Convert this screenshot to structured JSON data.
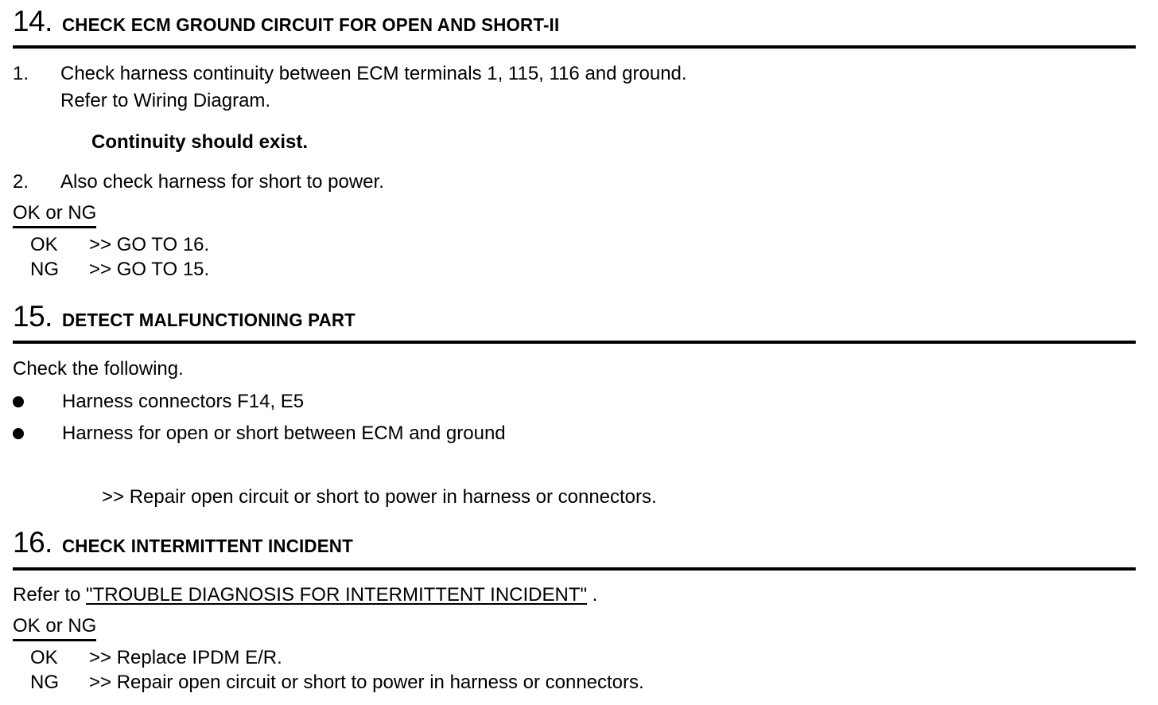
{
  "document": {
    "type": "service-manual-diagnostic-procedure",
    "steps": [
      {
        "number": "14.",
        "title": "CHECK ECM GROUND CIRCUIT FOR OPEN AND SHORT-II",
        "numbered_items": [
          {
            "marker": "1.",
            "text": "Check harness continuity between ECM terminals 1, 115, 116 and ground.\nRefer to Wiring Diagram."
          },
          {
            "marker": "2.",
            "text": "Also check harness for short to power."
          }
        ],
        "emphasis": "Continuity should exist.",
        "judgement_label": "OK or NG",
        "results": [
          {
            "key": "OK",
            "value": ">> GO TO 16."
          },
          {
            "key": "NG",
            "value": ">> GO TO 15."
          }
        ]
      },
      {
        "number": "15.",
        "title": "DETECT MALFUNCTIONING PART",
        "intro": "Check the following.",
        "bullets": [
          "Harness connectors F14, E5",
          "Harness for open or short between ECM and ground"
        ],
        "action": ">> Repair open circuit or short to power in harness or connectors."
      },
      {
        "number": "16.",
        "title": "CHECK INTERMITTENT INCIDENT",
        "refer": {
          "prefix": "Refer to ",
          "link": "\"TROUBLE DIAGNOSIS FOR INTERMITTENT INCIDENT\"",
          "suffix": " ."
        },
        "judgement_label": "OK or NG",
        "results": [
          {
            "key": "OK",
            "value": ">> Replace IPDM E/R."
          },
          {
            "key": "NG",
            "value": ">> Repair open circuit or short to power in harness or connectors."
          }
        ]
      }
    ]
  },
  "colors": {
    "ink": "#000000",
    "paper": "#ffffff"
  }
}
